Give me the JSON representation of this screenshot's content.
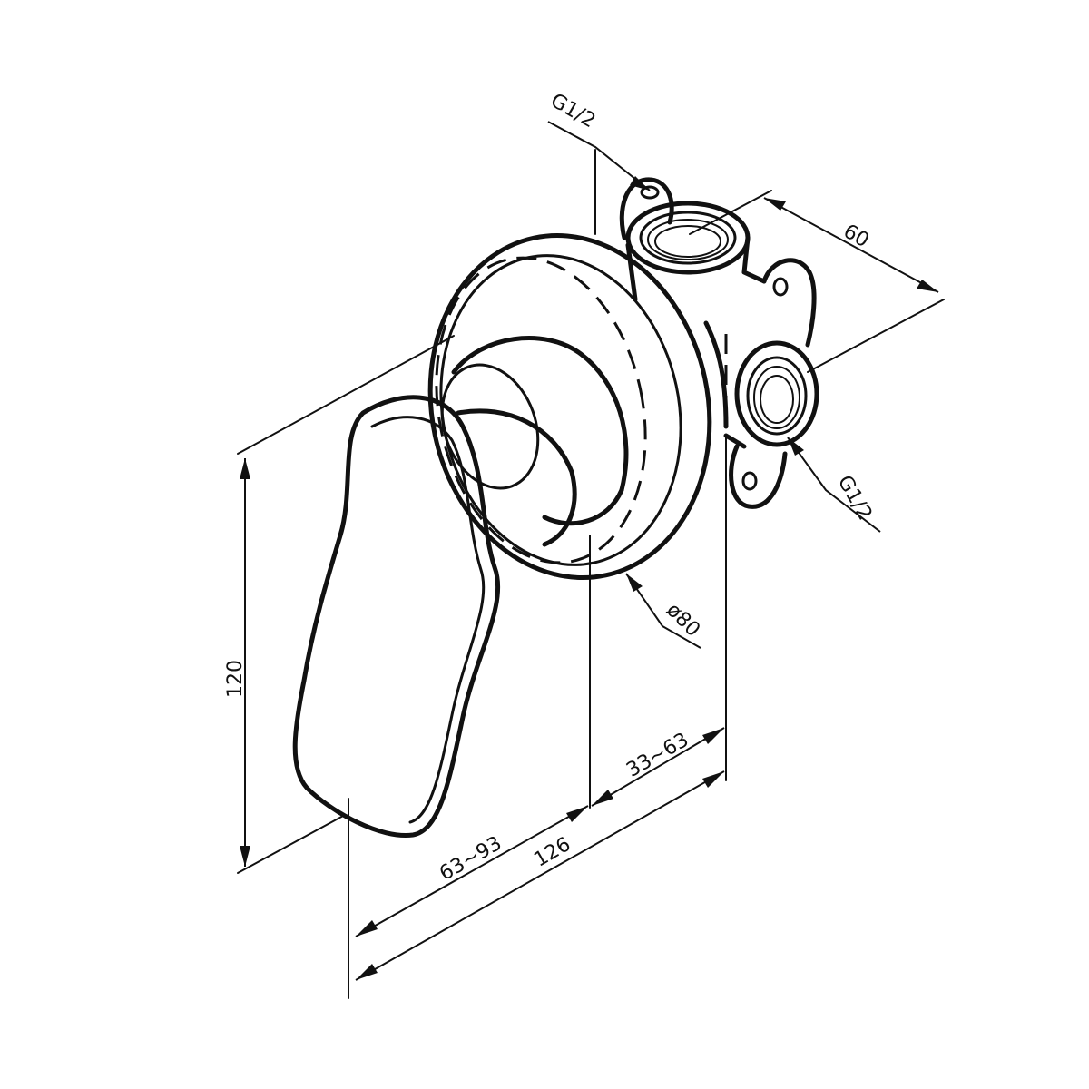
{
  "dimensions": {
    "inlet_top": "G1/2",
    "inlet_side": "G1/2",
    "body_depth": "60",
    "flange_diameter": "ø80",
    "height": "120",
    "total_depth": "126",
    "handle_projection": "63~93",
    "installation_depth": "33~63"
  }
}
